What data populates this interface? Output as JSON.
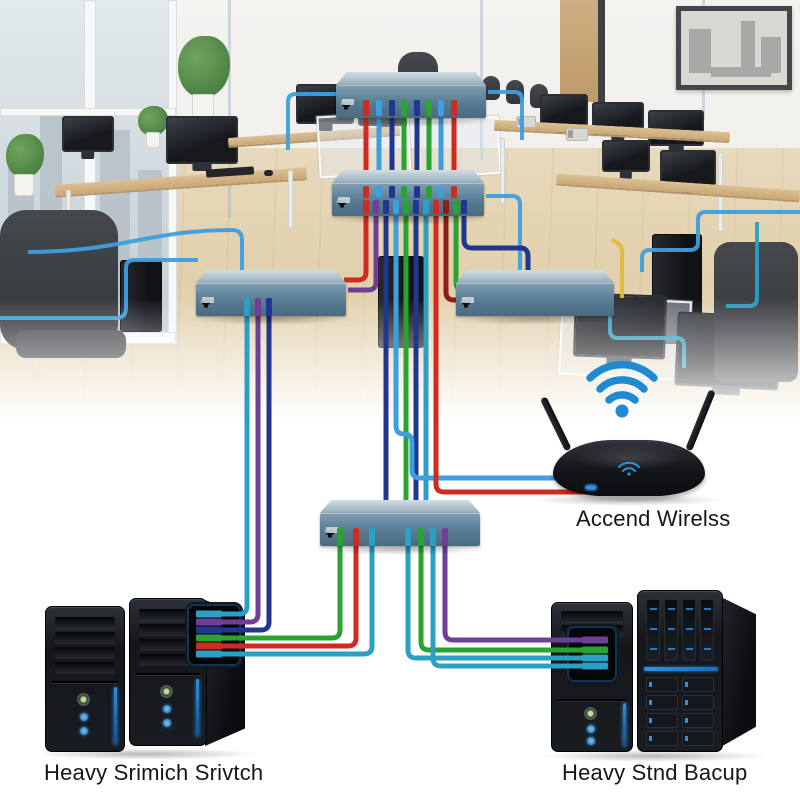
{
  "diagram": {
    "type": "office-network-topology",
    "background": "open-plan-office-photo"
  },
  "labels": {
    "wireless_router": "Accend Wirelss",
    "left_server_group": "Heavy Srimich Srivtch",
    "right_server_group": "Heavy Stnd Bacup"
  },
  "devices": {
    "switches": [
      {
        "name": "switch-row-1",
        "ports": 24
      },
      {
        "name": "switch-row-2",
        "ports": 24
      },
      {
        "name": "switch-left",
        "ports": 24
      },
      {
        "name": "switch-right",
        "ports": 24
      },
      {
        "name": "switch-core",
        "ports": 24
      }
    ],
    "router": {
      "name": "wireless-router"
    },
    "server_groups": [
      {
        "name": "primary-servers",
        "towers": 2
      },
      {
        "name": "backup-servers",
        "towers": 2
      }
    ]
  },
  "icons": [
    {
      "name": "wifi-icon",
      "color": "#1f8ad2"
    }
  ],
  "colors": {
    "cable_red": "#cf2b20",
    "cable_dark_red": "#8f1f14",
    "cable_green": "#2aa430",
    "cable_navy": "#20368f",
    "cable_teal": "#2b9fc4",
    "cable_light_blue": "#3e9ede",
    "cable_purple": "#6f3e98",
    "cable_yellow": "#e2b93b",
    "wifi_blue": "#1f8ad2",
    "switch_steel": "#5e8096",
    "server_black": "#17191e",
    "led_blue": "#2f8fe0"
  }
}
